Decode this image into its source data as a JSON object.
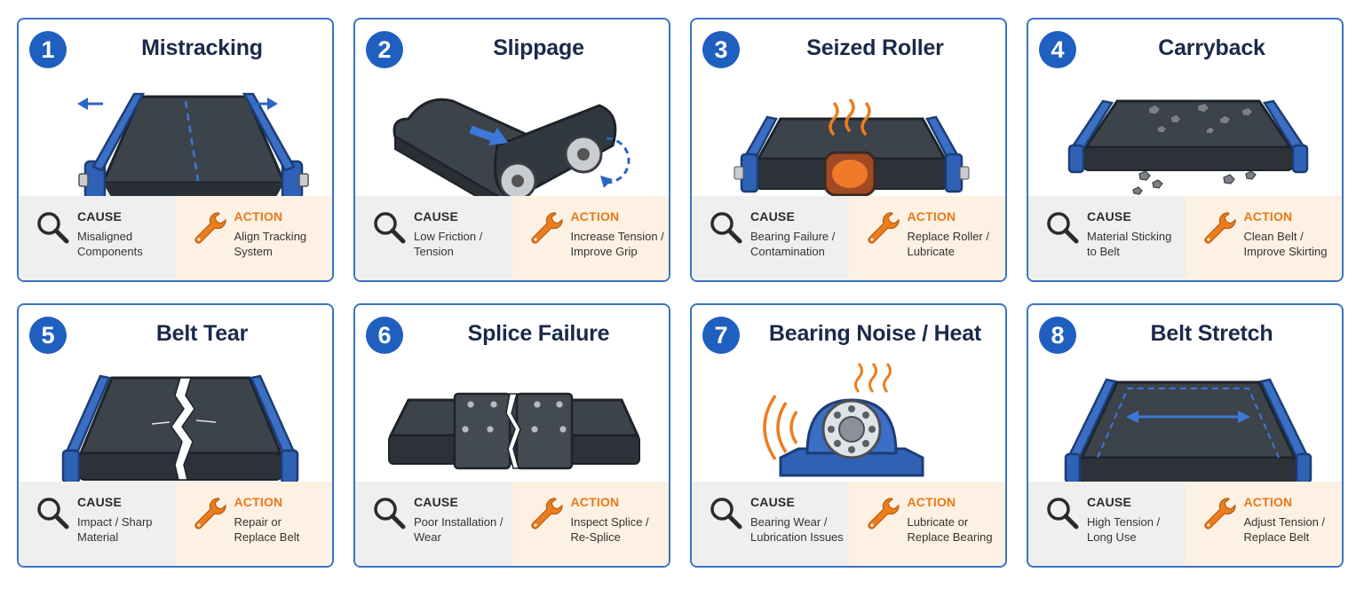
{
  "labels": {
    "cause": "CAUSE",
    "action": "ACTION"
  },
  "colors": {
    "brand_blue": "#1f5fbf",
    "accent_orange": "#e7791b",
    "belt_dark": "#2f343b"
  },
  "cards": [
    {
      "number": "1",
      "title": "Mistracking",
      "illustration": "belt-mistracking-icon",
      "cause": [
        "Misaligned",
        "Components"
      ],
      "action": [
        "Align Tracking",
        "System"
      ]
    },
    {
      "number": "2",
      "title": "Slippage",
      "illustration": "belt-slippage-icon",
      "cause": [
        "Low Friction /",
        "Tension"
      ],
      "action": [
        "Increase Tension /",
        "Improve Grip"
      ]
    },
    {
      "number": "3",
      "title": "Seized Roller",
      "illustration": "seized-roller-icon",
      "cause": [
        "Bearing Failure /",
        "Contamination"
      ],
      "action": [
        "Replace Roller /",
        "Lubricate"
      ]
    },
    {
      "number": "4",
      "title": "Carryback",
      "illustration": "carryback-icon",
      "cause": [
        "Material Sticking",
        "to Belt"
      ],
      "action": [
        "Clean Belt /",
        "Improve Skirting"
      ]
    },
    {
      "number": "5",
      "title": "Belt Tear",
      "illustration": "belt-tear-icon",
      "cause": [
        "Impact / Sharp",
        "Material"
      ],
      "action": [
        "Repair or",
        "Replace Belt"
      ]
    },
    {
      "number": "6",
      "title": "Splice Failure",
      "illustration": "splice-failure-icon",
      "cause": [
        "Poor Installation /",
        "Wear"
      ],
      "action": [
        "Inspect Splice /",
        "Re-Splice"
      ]
    },
    {
      "number": "7",
      "title": "Bearing Noise / Heat",
      "illustration": "bearing-noise-icon",
      "cause": [
        "Bearing Wear /",
        "Lubrication Issues"
      ],
      "action": [
        "Lubricate or",
        "Replace Bearing"
      ]
    },
    {
      "number": "8",
      "title": "Belt Stretch",
      "illustration": "belt-stretch-icon",
      "cause": [
        "High Tension /",
        "Long Use"
      ],
      "action": [
        "Adjust Tension /",
        "Replace Belt"
      ]
    }
  ]
}
